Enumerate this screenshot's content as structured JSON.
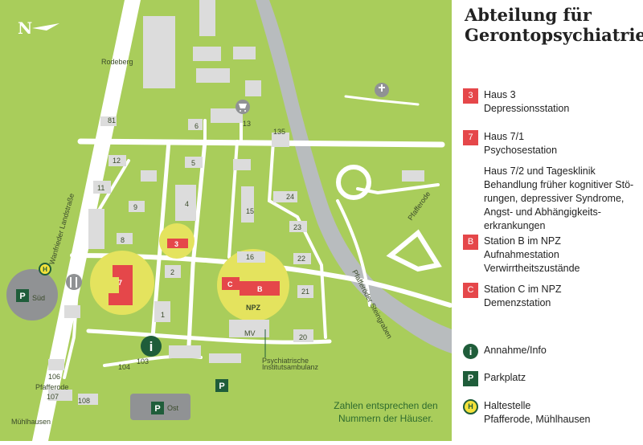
{
  "legend": {
    "title_line1": "Abteilung für",
    "title_line2": "Gerontopsychiatrie",
    "items": [
      {
        "key": "3",
        "kind": "red",
        "lines": [
          "Haus 3",
          "Depressionsstation"
        ]
      },
      {
        "key": "7",
        "kind": "red",
        "lines": [
          "Haus 7/1",
          "Psychosestation"
        ]
      },
      {
        "key": "",
        "kind": "none",
        "lines": [
          "Haus 7/2 und Tagesklinik",
          "Behandlung früher kognitiver Stö-",
          "rungen, depressiver Syndrome,",
          "Angst- und Abhängigkeits-",
          "erkrankungen"
        ]
      },
      {
        "key": "B",
        "kind": "red",
        "lines": [
          "Station B im NPZ",
          "Aufnahmestation",
          "Verwirrtheitszustände"
        ]
      },
      {
        "key": "C",
        "kind": "red",
        "lines": [
          "Station C im NPZ",
          "Demenzstation"
        ]
      },
      {
        "key": "i",
        "kind": "info",
        "lines": [
          "Annahme/Info"
        ]
      },
      {
        "key": "P",
        "kind": "park",
        "lines": [
          "Parkplatz"
        ]
      },
      {
        "key": "H",
        "kind": "stop",
        "lines": [
          "Haltestelle",
          "Pfafferode, Mühlhausen"
        ]
      }
    ]
  },
  "map": {
    "north": "N",
    "note_line1": "Zahlen entsprechen den",
    "note_line2": "Nummern der Häuser.",
    "roads": {
      "landstrasse": "Wanfrieder Landstraße",
      "steingraben": "Pfafferöder Steingraben",
      "pfafferode_road": "Pfafferode"
    },
    "directions": {
      "north": "Rodeberg",
      "south": "Mühlhausen"
    },
    "village": "Pfafferode",
    "parking": {
      "sued": "Süd",
      "ost": "Ost",
      "symbol": "P"
    },
    "icons": {
      "info": "i",
      "stop": "H"
    },
    "npz": "NPZ",
    "mv": "MV",
    "ambulanz_line1": "Psychiatrische",
    "ambulanz_line2": "Institutsambulanz",
    "red_labels": {
      "haus3": "3",
      "haus7": "7",
      "c": "C",
      "b": "B"
    },
    "houses": {
      "h1": "1",
      "h2": "2",
      "h4": "4",
      "h5": "5",
      "h6": "6",
      "h8": "8",
      "h9": "9",
      "h11": "11",
      "h12": "12",
      "h13": "13",
      "h15": "15",
      "h16": "16",
      "h20": "20",
      "h21": "21",
      "h22": "22",
      "h23": "23",
      "h24": "24",
      "h81": "81",
      "h103": "103",
      "h104": "104",
      "h106": "106",
      "h107": "107",
      "h108": "108",
      "h135": "135"
    },
    "colors": {
      "grass": "#a9cd5b",
      "road": "#ffffff",
      "building": "#dcdcdc",
      "river": "#b8bcbe",
      "highlight": "#e4e35e",
      "red": "#e5474a",
      "dark_green": "#1f5d3a",
      "parking": "#909294"
    },
    "icon_names": [
      "north-arrow-icon",
      "cart-icon",
      "chapel-icon",
      "cutlery-icon",
      "info-icon",
      "bus-stop-icon",
      "parking-icon"
    ]
  }
}
